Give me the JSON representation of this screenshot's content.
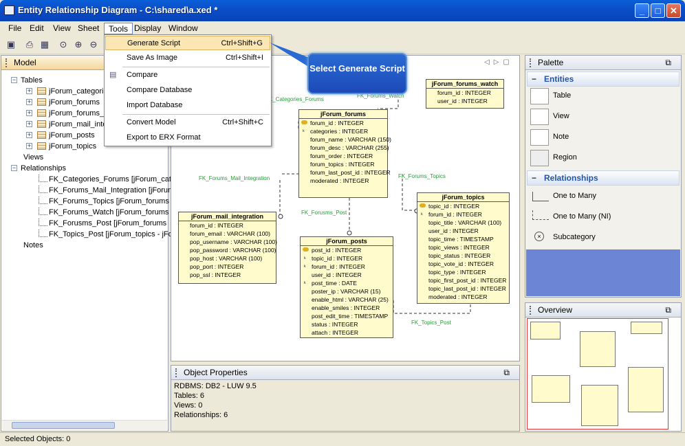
{
  "window": {
    "title": "Entity Relationship Diagram - C:\\shared\\a.xed *",
    "min": "_",
    "max": "□",
    "close": "✕"
  },
  "menubar": [
    "File",
    "Edit",
    "View",
    "Sheet",
    "Tools",
    "Display",
    "Window"
  ],
  "tools_menu": {
    "items": [
      {
        "label": "Generate Script",
        "shortcut": "Ctrl+Shift+G"
      },
      {
        "label": "Save As Image",
        "shortcut": "Ctrl+Shift+I"
      },
      {
        "label": "Compare",
        "shortcut": ""
      },
      {
        "label": "Compare Database",
        "shortcut": ""
      },
      {
        "label": "Import Database",
        "shortcut": ""
      },
      {
        "label": "Convert Model",
        "shortcut": "Ctrl+Shift+C"
      },
      {
        "label": "Export to ERX Format",
        "shortcut": ""
      }
    ]
  },
  "callout": "Select Generate Script",
  "model_panel": {
    "title": "Model",
    "tables_label": "Tables",
    "tables": [
      "jForum_categories",
      "jForum_forums",
      "jForum_forums_watch",
      "jForum_mail_integration",
      "jForum_posts",
      "jForum_topics"
    ],
    "views_label": "Views",
    "relationships_label": "Relationships",
    "relationships": [
      "FK_Categories_Forums [jForum_categories",
      "FK_Forums_Mail_Integration [jForum_forums",
      "FK_Forums_Topics [jForum_forums",
      "FK_Forums_Watch [jForum_forums",
      "FK_Forusms_Post [jForum_forums",
      "FK_Topics_Post [jForum_topics - jForum"
    ],
    "notes_label": "Notes"
  },
  "diagram": {
    "entities": {
      "forums_watch": {
        "name": "jForum_forums_watch",
        "cols": [
          "forum_id : INTEGER",
          "user_id : INTEGER"
        ]
      },
      "forums": {
        "name": "jForum_forums",
        "cols": [
          "forum_id : INTEGER",
          "categories : INTEGER",
          "forum_name : VARCHAR (150)",
          "forum_desc : VARCHAR (255)",
          "forum_order : INTEGER",
          "forum_topics : INTEGER",
          "forum_last_post_id : INTEGER",
          "moderated : INTEGER"
        ]
      },
      "mail": {
        "name": "jForum_mail_integration",
        "cols": [
          "forum_id : INTEGER",
          "forum_email : VARCHAR (100)",
          "pop_username : VARCHAR (100)",
          "pop_password : VARCHAR (100)",
          "pop_host : VARCHAR (100)",
          "pop_port : INTEGER",
          "pop_ssl : INTEGER"
        ]
      },
      "posts": {
        "name": "jForum_posts",
        "cols": [
          "post_id : INTEGER",
          "topic_id : INTEGER",
          "forum_id : INTEGER",
          "user_id : INTEGER",
          "post_time : DATE",
          "poster_ip : VARCHAR (15)",
          "enable_html : VARCHAR (25)",
          "enable_smiles : INTEGER",
          "post_edit_time : TIMESTAMP",
          "status : INTEGER",
          "attach : INTEGER"
        ]
      },
      "topics": {
        "name": "jForum_topics",
        "cols": [
          "topic_id : INTEGER",
          "forum_id : INTEGER",
          "topic_title : VARCHAR (100)",
          "user_id : INTEGER",
          "topic_time : TIMESTAMP",
          "topic_views : INTEGER",
          "topic_status : INTEGER",
          "topic_vote_id : INTEGER",
          "topic_type : INTEGER",
          "topic_first_post_id : INTEGER",
          "topic_last_post_id : INTEGER",
          "moderated : INTEGER"
        ]
      }
    },
    "connectors": [
      "FK_Categories_Forums",
      "FK_Forums_Watch",
      "FK_Forums_Mail_Integration",
      "FK_Forums_Topics",
      "FK_Forusms_Post",
      "FK_Topics_Post"
    ]
  },
  "properties": {
    "title": "Object Properties",
    "lines": [
      "RDBMS: DB2 - LUW 9.5",
      "Tables: 6",
      "Views: 0",
      "Relationships: 6"
    ]
  },
  "palette": {
    "title": "Palette",
    "entities_label": "Entities",
    "entities": [
      "Table",
      "View",
      "Note",
      "Region"
    ],
    "relationships_label": "Relationships",
    "relationships": [
      "One to Many",
      "One to Many (NI)",
      "Subcategory"
    ]
  },
  "overview_title": "Overview",
  "status": "Selected Objects: 0"
}
